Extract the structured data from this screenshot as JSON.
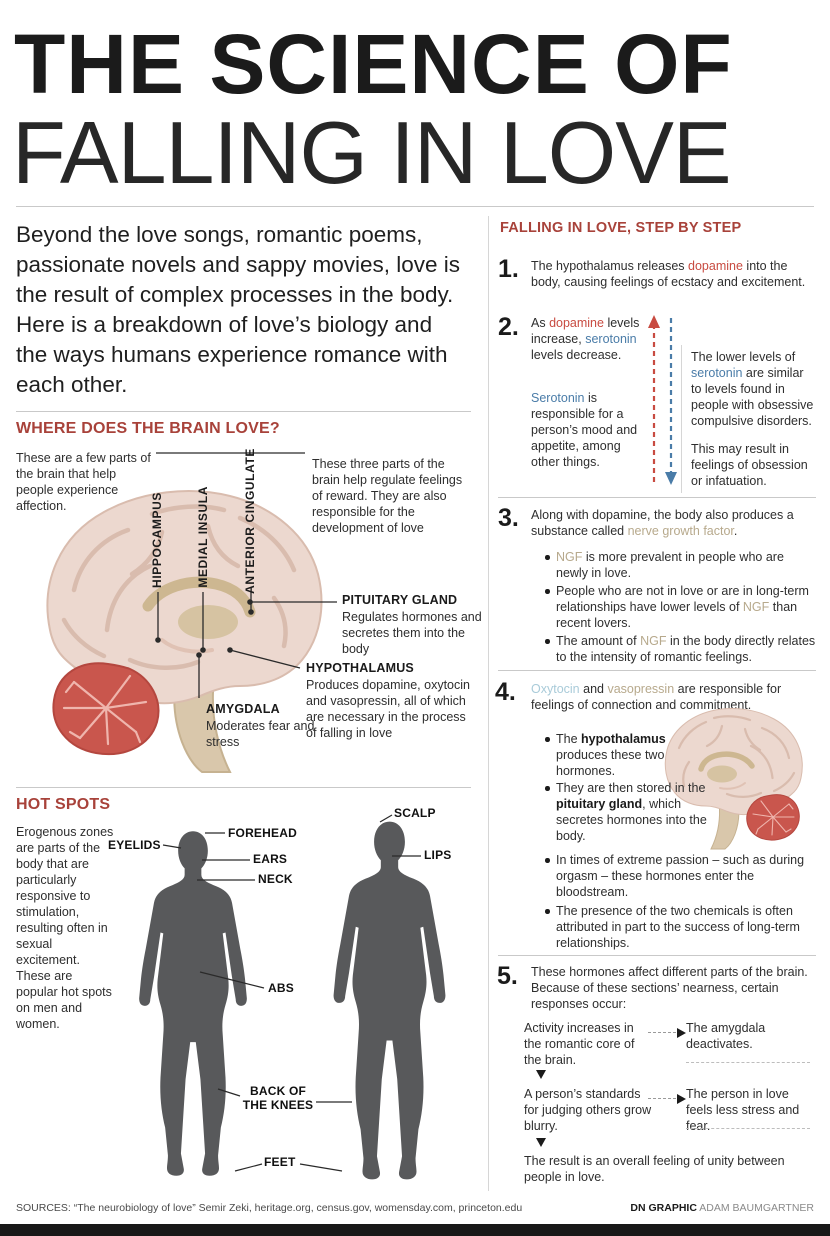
{
  "title": {
    "line1": "THE SCIENCE OF",
    "line2": "FALLING IN LOVE"
  },
  "intro": "Beyond the love songs, romantic poems, passionate novels and sappy movies, love is the result of complex processes in the body. Here is a breakdown of love’s biology and the ways humans experience romance with each other.",
  "brain": {
    "heading": "WHERE DOES THE BRAIN LOVE?",
    "intro": "These are a few parts of the brain that help people experience affection.",
    "vertical_labels": [
      "HIPPOCAMPUS",
      "MEDIAL INSULA",
      "ANTERIOR CINGULATE"
    ],
    "reward_note": "These three parts of the brain help regulate feelings of reward. They are also responsible for the development of love",
    "pituitary": {
      "label": "PITUITARY GLAND",
      "desc": "Regulates hormones and secretes them into the body"
    },
    "hypothalamus": {
      "label": "HYPOTHALAMUS",
      "desc": "Produces dopamine, oxytocin and vasopressin, all of which are necessary in the process of falling in love"
    },
    "amygdala": {
      "label": "AMYGDALA",
      "desc": "Moderates fear and stress"
    }
  },
  "hotspots": {
    "heading": "HOT SPOTS",
    "intro": "Erogenous zones are parts of the body that are particularly responsive to stimulation, resulting often in sexual excitement. These are popular hot spots on men and women.",
    "labels": {
      "eyelids": "EYELIDS",
      "forehead": "FOREHEAD",
      "ears": "EARS",
      "neck": "NECK",
      "scalp": "SCALP",
      "lips": "LIPS",
      "abs": "ABS",
      "back_of_knees": "BACK OF THE KNEES",
      "feet": "FEET"
    }
  },
  "steps": {
    "heading": "FALLING IN LOVE, STEP BY STEP",
    "numbers": [
      "1.",
      "2.",
      "3.",
      "4.",
      "5."
    ],
    "s1": {
      "text": [
        {
          "t": "The hypothalamus releases "
        },
        {
          "t": "dopamine",
          "c": "red"
        },
        {
          "t": " into the body, causing feelings of ecstacy and excitement."
        }
      ]
    },
    "s2": {
      "main": [
        {
          "t": "As "
        },
        {
          "t": "dopamine",
          "c": "red"
        },
        {
          "t": " levels increase, "
        },
        {
          "t": "serotonin",
          "c": "blue"
        },
        {
          "t": " levels decrease."
        }
      ],
      "note": [
        {
          "t": "Serotonin",
          "c": "blue"
        },
        {
          "t": " is responsible for a person’s mood and appetite, among other things."
        }
      ],
      "side1": [
        {
          "t": "The lower levels of "
        },
        {
          "t": "serotonin",
          "c": "blue"
        },
        {
          "t": " are similar to levels found in people with obsessive compulsive disorders."
        }
      ],
      "side2": [
        {
          "t": "This may result in feelings of obsession or infatuation."
        }
      ]
    },
    "s3": {
      "main": [
        {
          "t": "Along with dopamine, the body also produces a substance called "
        },
        {
          "t": "nerve growth factor",
          "c": "tan"
        },
        {
          "t": "."
        }
      ],
      "bullets": [
        [
          {
            "t": "NGF",
            "c": "tan"
          },
          {
            "t": " is more prevalent in people who are newly in love."
          }
        ],
        [
          {
            "t": "People who are not in love or are in long-term relationships have lower levels of "
          },
          {
            "t": "NGF",
            "c": "tan"
          },
          {
            "t": " than recent lovers."
          }
        ],
        [
          {
            "t": "The amount of "
          },
          {
            "t": "NGF",
            "c": "tan"
          },
          {
            "t": " in the body directly relates to the intensity of romantic feelings."
          }
        ]
      ]
    },
    "s4": {
      "main": [
        {
          "t": "Oxytocin",
          "c": "ltblue"
        },
        {
          "t": " and "
        },
        {
          "t": "vasopressin",
          "c": "tan"
        },
        {
          "t": " are responsible for feelings of connection and commitment."
        }
      ],
      "bullets": [
        [
          {
            "t": "The "
          },
          {
            "t": "hypothalamus",
            "c": "bold"
          },
          {
            "t": " produces these two hormones."
          }
        ],
        [
          {
            "t": "They are then stored in the "
          },
          {
            "t": "pituitary gland",
            "c": "bold"
          },
          {
            "t": ", which secretes hormones into the body."
          }
        ],
        [
          {
            "t": "In times of extreme passion – such as during orgasm – these hormones enter the bloodstream."
          }
        ],
        [
          {
            "t": "The presence of the two chemicals is often attributed in part to the success of long-term relationships."
          }
        ]
      ]
    },
    "s5": {
      "main": [
        {
          "t": "These hormones affect different parts of the brain. Because of these sections’ nearness, certain responses occur:"
        }
      ],
      "flow": {
        "r1_left": "Activity increases in the romantic core of the brain.",
        "r1_right": "The amygdala deactivates.",
        "r2_left": "A person’s standards for judging others grow blurry.",
        "r2_right": "The person in love feels less stress and fear.",
        "final": "The result is an overall feeling of unity between people in love."
      }
    }
  },
  "footer": {
    "sources": "SOURCES: “The neurobiology of love” Semir Zeki, heritage.org, census.gov, womensday.com, princeton.edu",
    "credit_bold": "DN GRAPHIC",
    "credit_name": " ADAM BAUMGARTNER"
  },
  "colors": {
    "heading_red": "#a8423a",
    "dopamine_red": "#c84b41",
    "serotonin_blue": "#4a7ca8",
    "ngf_tan": "#b7a98c",
    "oxytocin_ltblue": "#a9cbd9",
    "body_silhouette_gray": "#58595b",
    "brain_pink": "#ecd8cf",
    "cerebellum_red": "#c9564d"
  }
}
